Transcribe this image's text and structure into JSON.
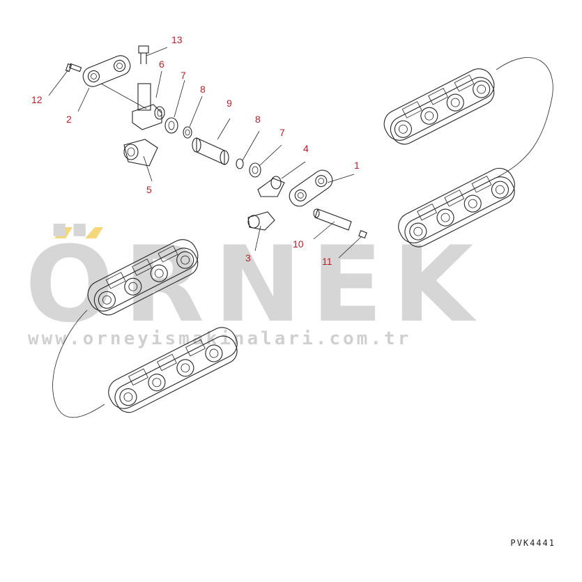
{
  "watermark": {
    "logo_text": "ÖRNEK",
    "url_text": "www.orneyismakinalari.com.tr",
    "logo_color": "#d6d6d6",
    "accent_color": "#f3d77a"
  },
  "drawing_code": "PVK4441",
  "callout_color": "#b3212b",
  "callouts": [
    {
      "id": "c13",
      "label": "13"
    },
    {
      "id": "c6",
      "label": "6"
    },
    {
      "id": "c7a",
      "label": "7"
    },
    {
      "id": "c8a",
      "label": "8"
    },
    {
      "id": "c9",
      "label": "9"
    },
    {
      "id": "c12",
      "label": "12"
    },
    {
      "id": "c2",
      "label": "2"
    },
    {
      "id": "c8b",
      "label": "8"
    },
    {
      "id": "c7b",
      "label": "7"
    },
    {
      "id": "c4",
      "label": "4"
    },
    {
      "id": "c1",
      "label": "1"
    },
    {
      "id": "c5",
      "label": "5"
    },
    {
      "id": "c10",
      "label": "10"
    },
    {
      "id": "c3",
      "label": "3"
    },
    {
      "id": "c11",
      "label": "11"
    }
  ]
}
